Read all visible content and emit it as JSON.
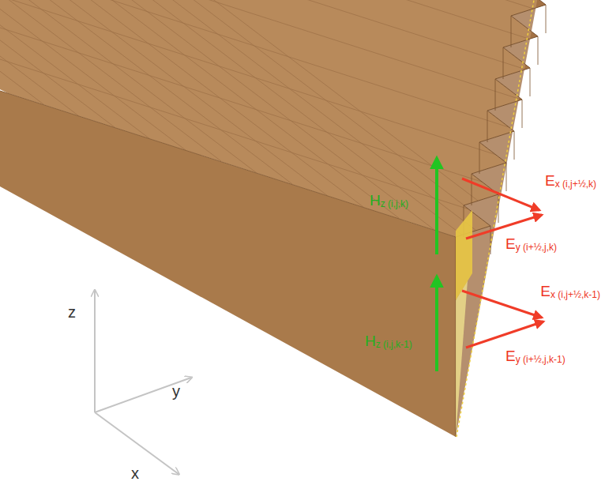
{
  "diagram": {
    "labels": [
      "H",
      "z (i,j,k)",
      "E",
      "x (i,j+½,k)",
      "E",
      "y (i+½,j,k)",
      "H",
      "z (i,j,k-1)",
      "E",
      "x (i,j+½,k-1)",
      "E",
      "y (i+½,j,k-1)",
      "z",
      "y",
      "x"
    ]
  }
}
